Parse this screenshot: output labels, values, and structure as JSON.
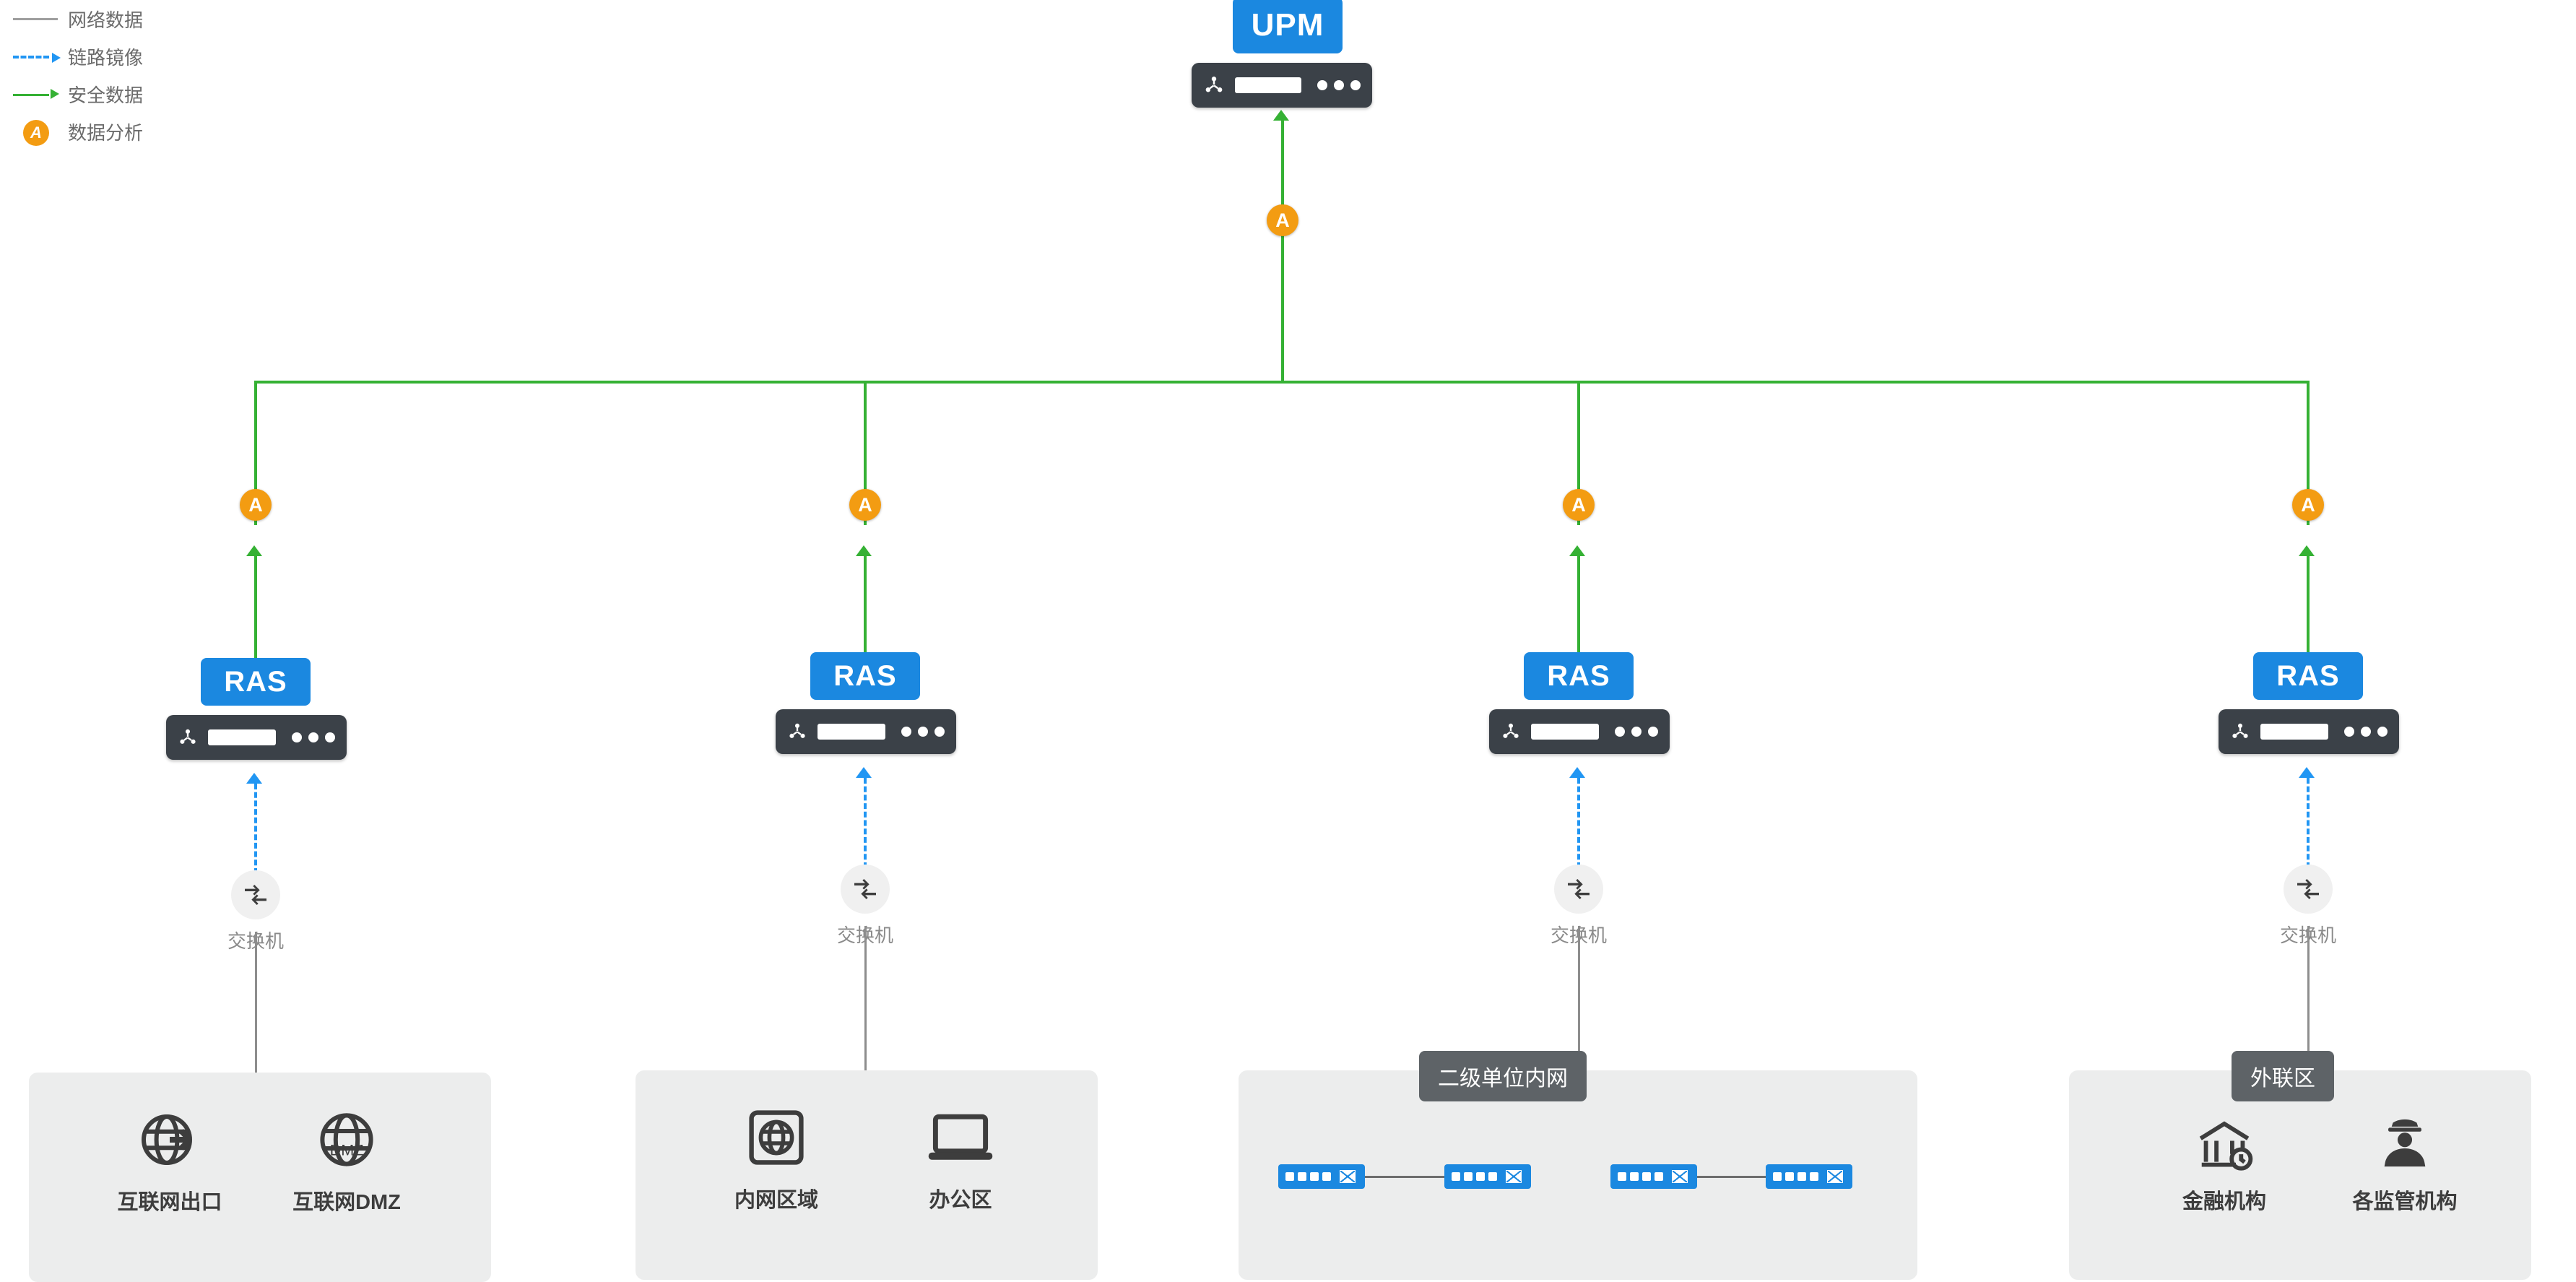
{
  "legend": {
    "items": [
      {
        "label": "网络数据",
        "icon": "solid-gray-line-icon"
      },
      {
        "label": "链路镜像",
        "icon": "blue-dashed-arrow-icon"
      },
      {
        "label": "安全数据",
        "icon": "green-arrow-icon"
      },
      {
        "label": "数据分析",
        "icon": "orange-a-badge-icon"
      }
    ]
  },
  "nodes": {
    "upm": {
      "label": "UPM"
    },
    "ras": {
      "label": "RAS"
    },
    "analysis_badge": {
      "label": "A"
    },
    "switch_label": "交换机"
  },
  "columns": [
    {
      "id": "internet",
      "group_title": null,
      "items": [
        {
          "label": "互联网出口",
          "icon": "globe-arrow-icon"
        },
        {
          "label": "互联网DMZ",
          "icon": "globe-dmz-icon"
        }
      ]
    },
    {
      "id": "intranet",
      "group_title": null,
      "items": [
        {
          "label": "内网区域",
          "icon": "globe-frame-icon"
        },
        {
          "label": "办公区",
          "icon": "laptop-icon"
        }
      ]
    },
    {
      "id": "secondary",
      "group_title": "二级单位内网",
      "items": [
        {
          "label": "",
          "icon": "switch-pair-icon"
        },
        {
          "label": "",
          "icon": "switch-pair-icon"
        }
      ]
    },
    {
      "id": "external",
      "group_title": "外联区",
      "items": [
        {
          "label": "金融机构",
          "icon": "bank-icon"
        },
        {
          "label": "各监管机构",
          "icon": "regulator-officer-icon"
        }
      ]
    }
  ],
  "colors": {
    "accent_blue": "#1b88e0",
    "green_line": "#35b134",
    "blue_dash": "#2196f3",
    "gray_line": "#8d8d8d",
    "badge_orange": "#f39c12",
    "group_bg": "#eceded",
    "title_bg": "#5e6367"
  }
}
